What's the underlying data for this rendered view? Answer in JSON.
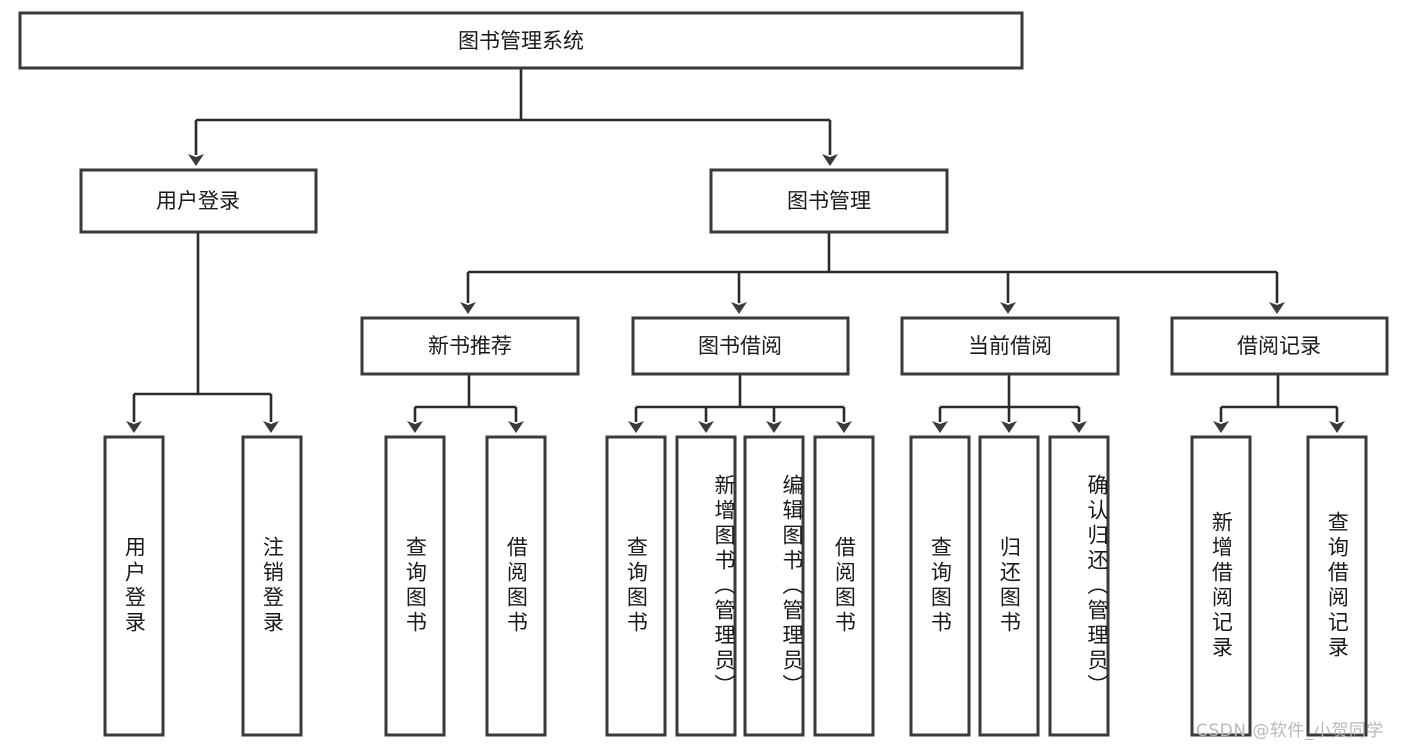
{
  "diagram": {
    "type": "tree",
    "title": "图书管理系统",
    "root": {
      "label": "图书管理系统",
      "children": [
        {
          "label": "用户登录",
          "children": [
            {
              "label": "用户登录"
            },
            {
              "label": "注销登录"
            }
          ]
        },
        {
          "label": "图书管理",
          "children": [
            {
              "label": "新书推荐",
              "children": [
                {
                  "label": "查询图书"
                },
                {
                  "label": "借阅图书"
                }
              ]
            },
            {
              "label": "图书借阅",
              "children": [
                {
                  "label": "查询图书"
                },
                {
                  "label": "新增图书（管理员）"
                },
                {
                  "label": "编辑图书（管理员）"
                },
                {
                  "label": "借阅图书"
                }
              ]
            },
            {
              "label": "当前借阅",
              "children": [
                {
                  "label": "查询图书"
                },
                {
                  "label": "归还图书"
                },
                {
                  "label": "确认归还（管理员）"
                }
              ]
            },
            {
              "label": "借阅记录",
              "children": [
                {
                  "label": "新增借阅记录"
                },
                {
                  "label": "查询借阅记录"
                }
              ]
            }
          ]
        }
      ]
    }
  },
  "nodes": {
    "root": {
      "label": "图书管理系统"
    },
    "user_login": {
      "label": "用户登录"
    },
    "book_manage": {
      "label": "图书管理"
    },
    "new_book_rec": {
      "label": "新书推荐"
    },
    "book_borrow": {
      "label": "图书借阅"
    },
    "current_borrow": {
      "label": "当前借阅"
    },
    "borrow_record": {
      "label": "借阅记录"
    },
    "leaf_user_login": {
      "label": "用户登录"
    },
    "leaf_logout": {
      "label": "注销登录"
    },
    "leaf_query_book_1": {
      "label": "查询图书"
    },
    "leaf_borrow_book_1": {
      "label": "借阅图书"
    },
    "leaf_query_book_2": {
      "label": "查询图书"
    },
    "leaf_add_book": {
      "label": "新增图书（管理员）"
    },
    "leaf_edit_book": {
      "label": "编辑图书（管理员）"
    },
    "leaf_borrow_book_2": {
      "label": "借阅图书"
    },
    "leaf_query_book_3": {
      "label": "查询图书"
    },
    "leaf_return_book": {
      "label": "归还图书"
    },
    "leaf_confirm_return": {
      "label": "确认归还（管理员）"
    },
    "leaf_add_record": {
      "label": "新增借阅记录"
    },
    "leaf_query_record": {
      "label": "查询借阅记录"
    }
  },
  "watermark": {
    "text": "CSDN @软件_小贺同学"
  },
  "colors": {
    "background": "#ffffff",
    "box_stroke": "#3a3a3a",
    "connector": "#2b2b2b",
    "text": "#1a1a1a",
    "watermark": "#b9b9b9"
  }
}
